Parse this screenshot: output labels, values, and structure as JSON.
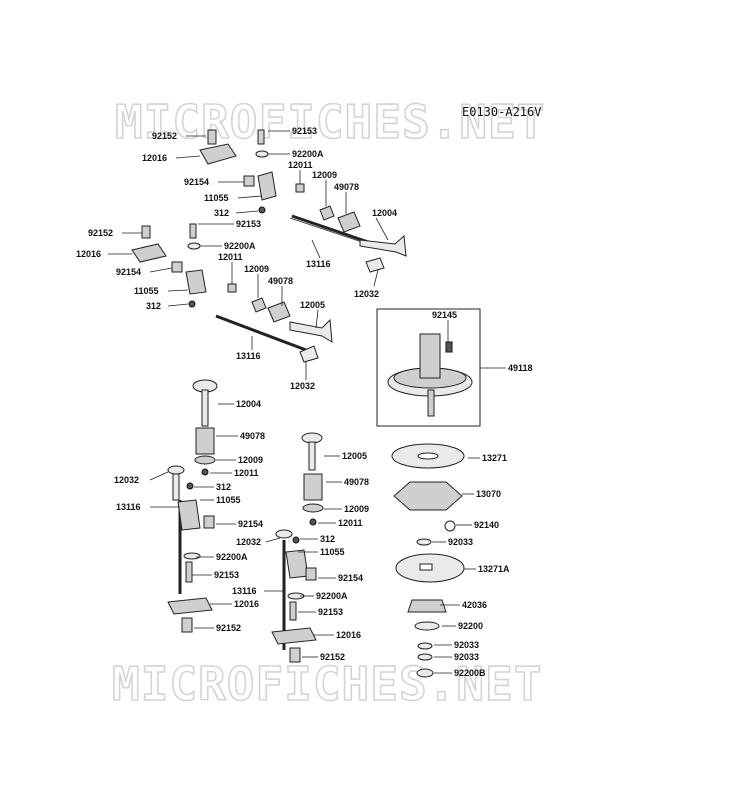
{
  "diagram_code": "E0130-A216V",
  "watermark": "MICROFICHES.NET",
  "labels": [
    {
      "id": "l1",
      "text": "92152"
    },
    {
      "id": "l2",
      "text": "92153"
    },
    {
      "id": "l3",
      "text": "12016"
    },
    {
      "id": "l4",
      "text": "92200A"
    },
    {
      "id": "l5",
      "text": "12011"
    },
    {
      "id": "l6",
      "text": "92154"
    },
    {
      "id": "l7",
      "text": "12009"
    },
    {
      "id": "l8",
      "text": "49078"
    },
    {
      "id": "l9",
      "text": "11055"
    },
    {
      "id": "l10",
      "text": "12004"
    },
    {
      "id": "l11",
      "text": "312"
    },
    {
      "id": "l12",
      "text": "92153"
    },
    {
      "id": "l13",
      "text": "92152"
    },
    {
      "id": "l14",
      "text": "92200A"
    },
    {
      "id": "l15",
      "text": "12016"
    },
    {
      "id": "l16",
      "text": "12011"
    },
    {
      "id": "l17",
      "text": "13116"
    },
    {
      "id": "l18",
      "text": "12009"
    },
    {
      "id": "l19",
      "text": "92154"
    },
    {
      "id": "l20",
      "text": "49078"
    },
    {
      "id": "l21",
      "text": "12032"
    },
    {
      "id": "l22",
      "text": "11055"
    },
    {
      "id": "l23",
      "text": "312"
    },
    {
      "id": "l24",
      "text": "12005"
    },
    {
      "id": "l25",
      "text": "92145"
    },
    {
      "id": "l26",
      "text": "13116"
    },
    {
      "id": "l27",
      "text": "49118"
    },
    {
      "id": "l28",
      "text": "12032"
    },
    {
      "id": "l29",
      "text": "12004"
    },
    {
      "id": "l30",
      "text": "49078"
    },
    {
      "id": "l31",
      "text": "12005"
    },
    {
      "id": "l32",
      "text": "13271"
    },
    {
      "id": "l33",
      "text": "12009"
    },
    {
      "id": "l34",
      "text": "12011"
    },
    {
      "id": "l35",
      "text": "49078"
    },
    {
      "id": "l36",
      "text": "12032"
    },
    {
      "id": "l37",
      "text": "312"
    },
    {
      "id": "l38",
      "text": "13070"
    },
    {
      "id": "l39",
      "text": "11055"
    },
    {
      "id": "l40",
      "text": "12009"
    },
    {
      "id": "l41",
      "text": "13116"
    },
    {
      "id": "l42",
      "text": "12011"
    },
    {
      "id": "l43",
      "text": "92154"
    },
    {
      "id": "l44",
      "text": "92140"
    },
    {
      "id": "l45",
      "text": "92033"
    },
    {
      "id": "l46",
      "text": "12032"
    },
    {
      "id": "l47",
      "text": "312"
    },
    {
      "id": "l48",
      "text": "92200A"
    },
    {
      "id": "l49",
      "text": "11055"
    },
    {
      "id": "l50",
      "text": "92153"
    },
    {
      "id": "l51",
      "text": "92154"
    },
    {
      "id": "l52",
      "text": "13271A"
    },
    {
      "id": "l53",
      "text": "13116"
    },
    {
      "id": "l54",
      "text": "12016"
    },
    {
      "id": "l55",
      "text": "92200A"
    },
    {
      "id": "l56",
      "text": "42036"
    },
    {
      "id": "l57",
      "text": "92153"
    },
    {
      "id": "l58",
      "text": "92200"
    },
    {
      "id": "l59",
      "text": "92152"
    },
    {
      "id": "l60",
      "text": "12016"
    },
    {
      "id": "l61",
      "text": "92033"
    },
    {
      "id": "l62",
      "text": "92033"
    },
    {
      "id": "l63",
      "text": "92152"
    },
    {
      "id": "l64",
      "text": "92200B"
    }
  ]
}
